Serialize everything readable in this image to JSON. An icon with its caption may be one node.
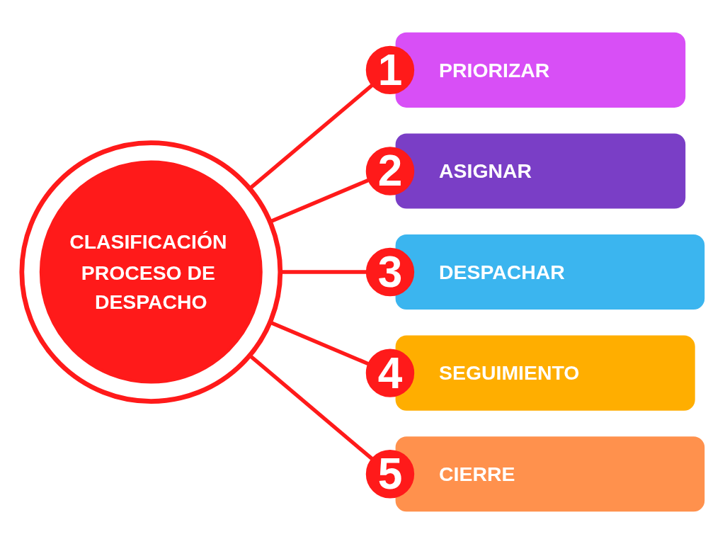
{
  "diagram": {
    "nodes": [
      {
        "text": [
          "CLASIFICACIÓN PROCESO DE DESPACHO"
        ]
      },
      {
        "text": [
          "1"
        ]
      },
      {
        "text": [
          "PRIORIZAR"
        ]
      },
      {
        "text": [
          "2"
        ]
      },
      {
        "text": [
          "ASIGNAR"
        ]
      },
      {
        "text": [
          "3"
        ]
      },
      {
        "text": [
          "DESPACHAR"
        ]
      },
      {
        "text": [
          "4"
        ]
      },
      {
        "text": [
          "SEGUIMIENTO"
        ]
      },
      {
        "text": [
          "5"
        ]
      },
      {
        "text": [
          "CIERRE"
        ]
      }
    ],
    "edges": [
      {
        "from": 0,
        "to": 1,
        "arrow": "none"
      },
      {
        "from": 0,
        "to": 3,
        "arrow": "none"
      },
      {
        "from": 0,
        "to": 5,
        "arrow": "none"
      },
      {
        "from": 0,
        "to": 7,
        "arrow": "none"
      },
      {
        "from": 0,
        "to": 9,
        "arrow": "none"
      }
    ]
  }
}
